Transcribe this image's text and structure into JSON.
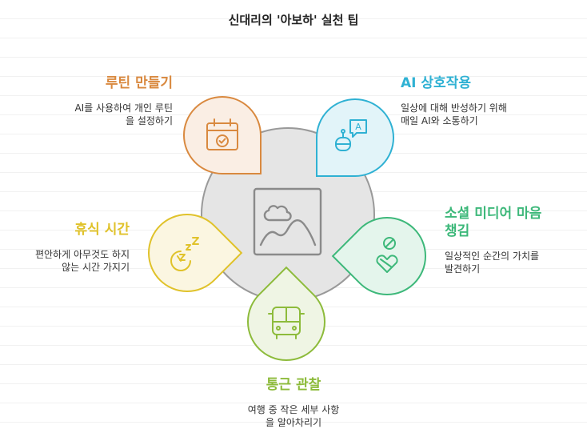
{
  "title": "신대리의 '아보하' 실천 팁",
  "colors": {
    "routine": "#d9893f",
    "ai": "#2fb1d3",
    "social": "#3db87a",
    "commute": "#8dbb3b",
    "rest": "#e0c22a",
    "center_fill": "#e5e5e5",
    "center_stroke": "#999999"
  },
  "center_icon": "image-placeholder-icon",
  "items": [
    {
      "key": "routine",
      "heading": "루틴 만들기",
      "description": "AI를 사용하여 개인 루틴\n을 설정하기",
      "icon": "calendar-check-icon"
    },
    {
      "key": "ai",
      "heading": "AI 상호작용",
      "description": "일상에 대해 반성하기 위해\n매일 AI와 소통하기",
      "icon": "robot-chat-icon"
    },
    {
      "key": "social",
      "heading": "소셜 미디어 마음\n챙김",
      "description": "일상적인 순간의 가치를\n발견하기",
      "icon": "heart-hand-icon"
    },
    {
      "key": "commute",
      "heading": "통근 관찰",
      "description": "여행 중 작은 세부 사항\n을 알아차리기",
      "icon": "bus-icon"
    },
    {
      "key": "rest",
      "heading": "휴식 시간",
      "description": "편안하게 아무것도 하지\n않는 시간 가지기",
      "icon": "sleep-zzz-icon"
    }
  ]
}
